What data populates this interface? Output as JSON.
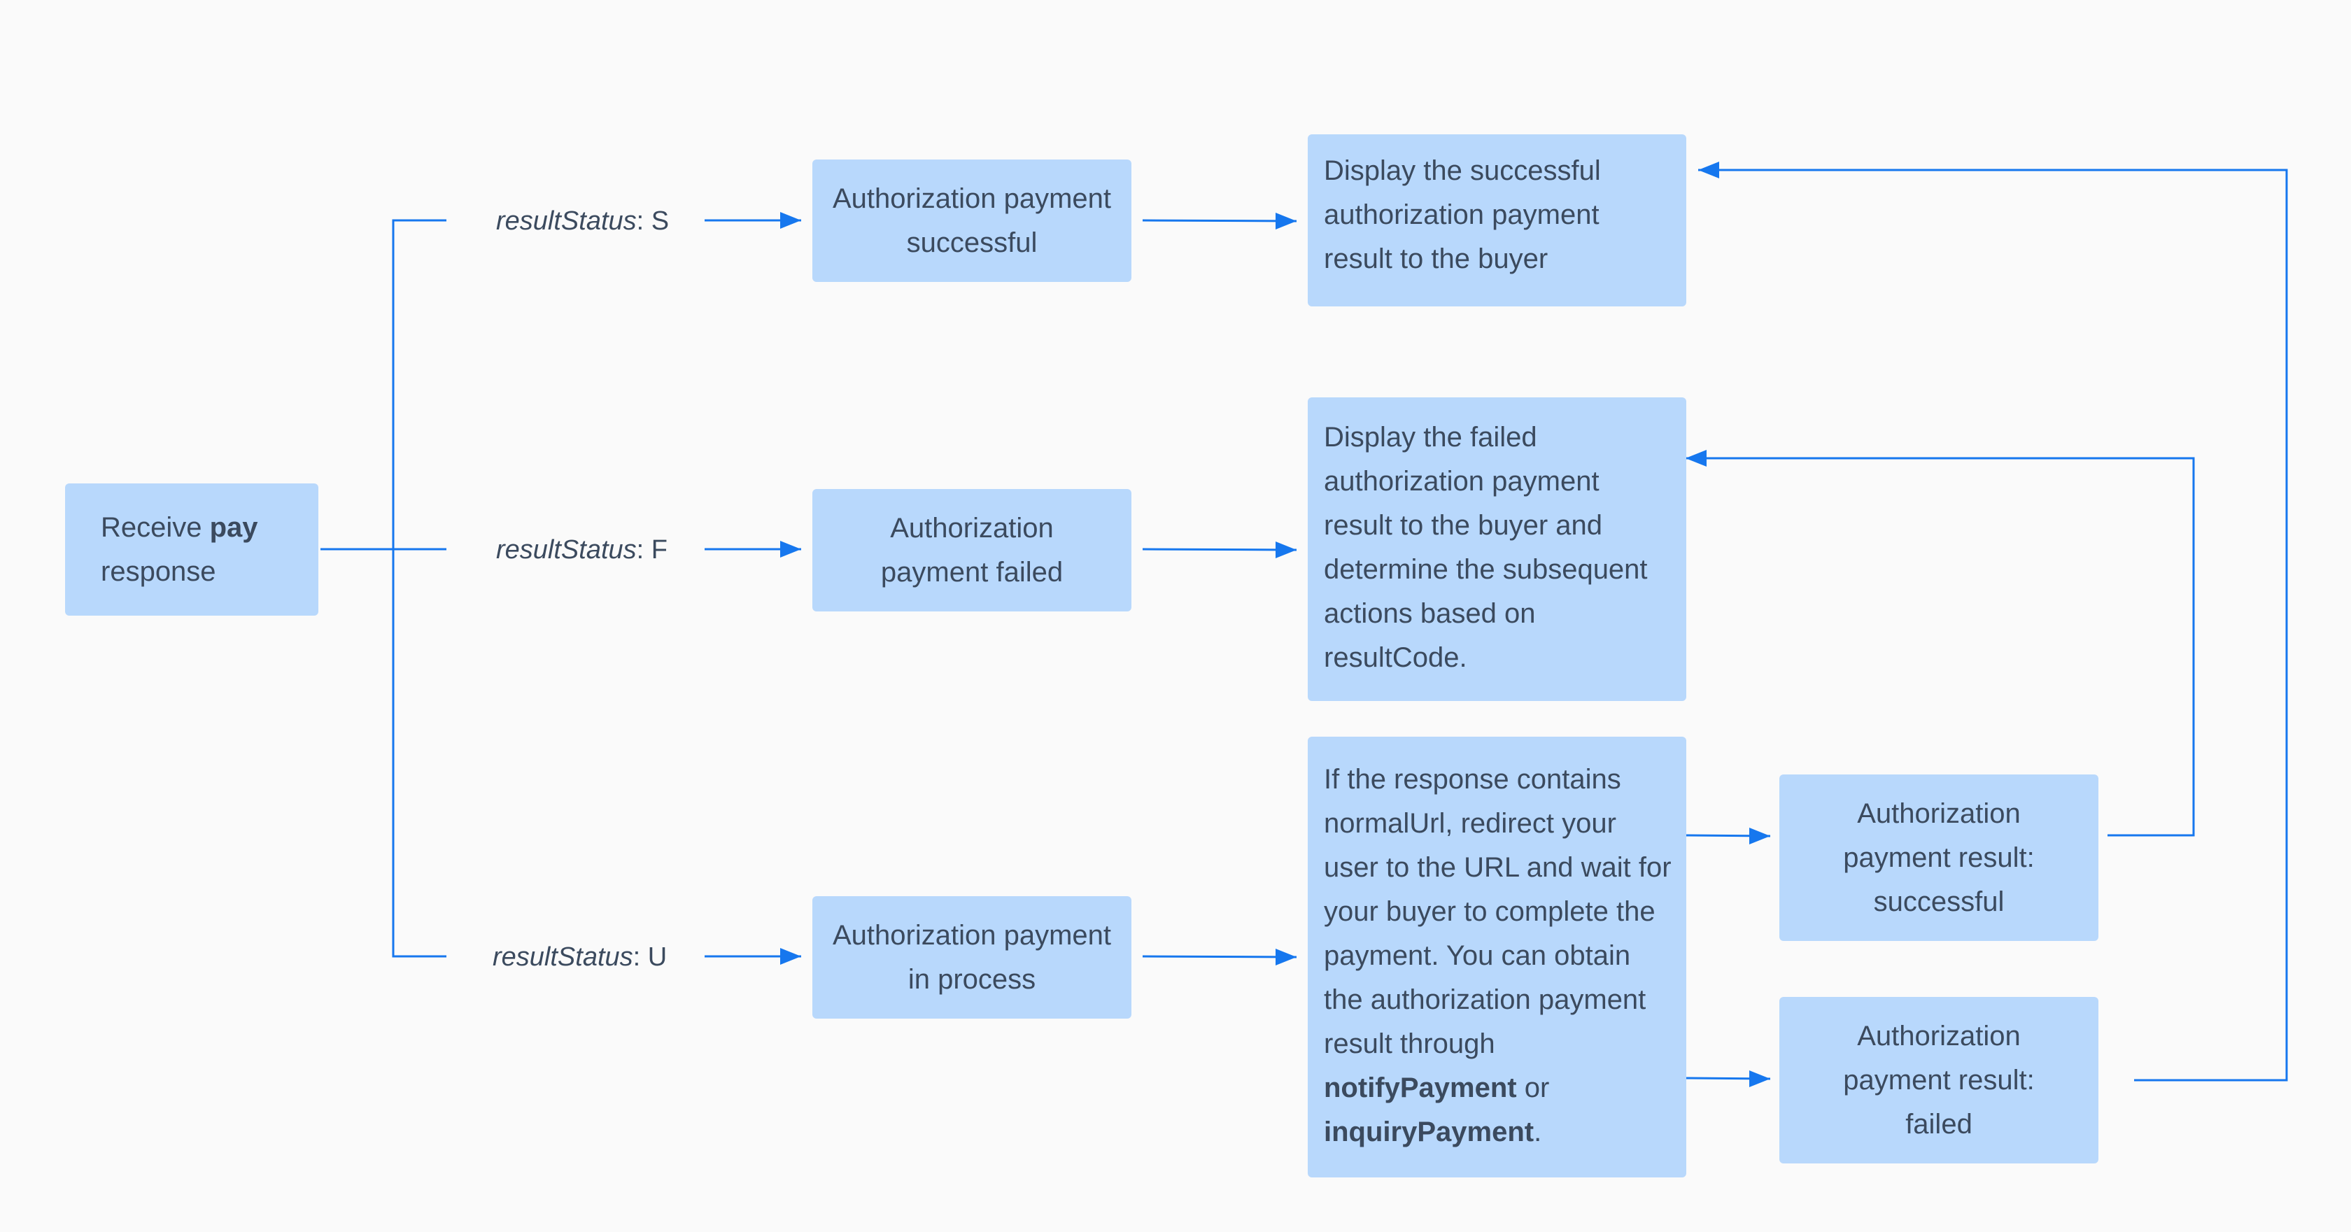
{
  "colors": {
    "box_fill": "#b8d8fc",
    "connector": "#1677ee",
    "text": "#3b4a5e",
    "background": "#fafafa"
  },
  "start": {
    "before": "Receive ",
    "bold": "pay",
    "after": " response"
  },
  "branches": [
    {
      "key": "resultStatus",
      "value": ": S"
    },
    {
      "key": "resultStatus",
      "value": ": F"
    },
    {
      "key": "resultStatus",
      "value": ": U"
    }
  ],
  "status_boxes": [
    "Authorization payment successful",
    "Authorization payment failed",
    "Authorization payment in process"
  ],
  "result_boxes": {
    "success": "Display the successful authorization payment result to the buyer",
    "failed": "Display the failed authorization payment result to the buyer and determine the subsequent actions based on resultCode.",
    "in_process": {
      "text": "If the response contains normalUrl, redirect your user to the URL and wait for your buyer to complete the payment. You can obtain the authorization payment result through",
      "bold_1": "notifyPayment",
      "joiner": " or ",
      "bold_2": "inquiryPayment",
      "end": "."
    }
  },
  "async_results": [
    "Authorization payment result: successful",
    "Authorization payment result: failed"
  ]
}
